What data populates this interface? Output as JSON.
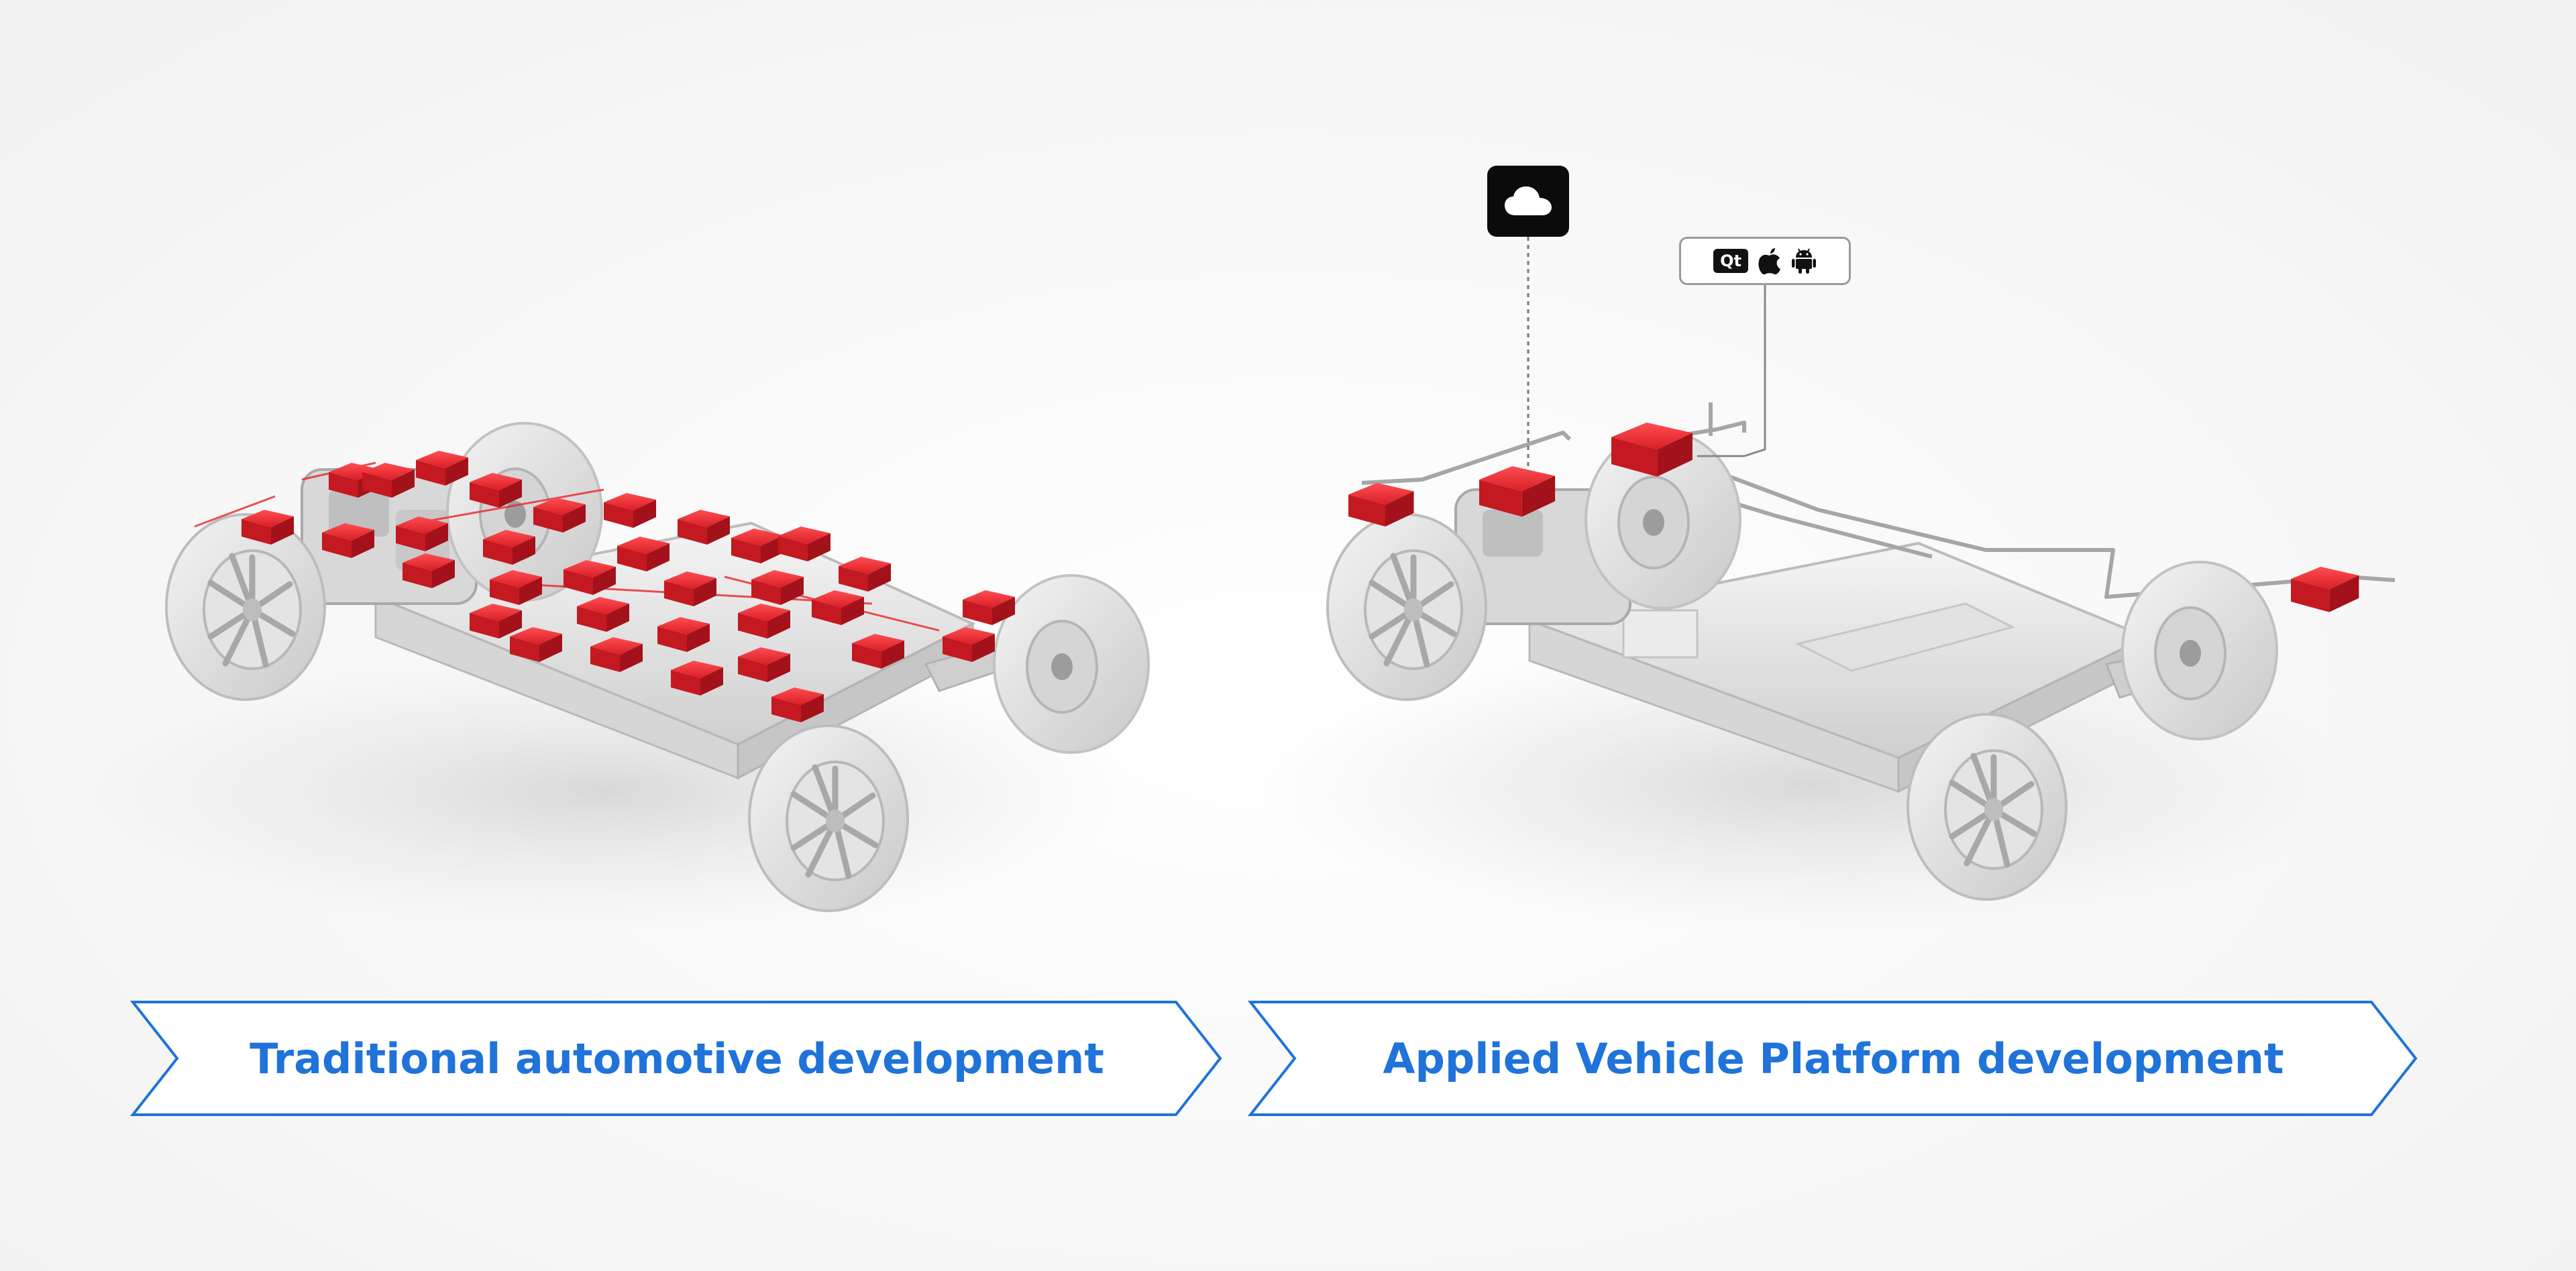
{
  "left_panel": {
    "banner_label": "Traditional automotive development"
  },
  "right_panel": {
    "banner_label": "Applied Vehicle Platform development",
    "icons": {
      "cloud": "cloud-icon",
      "qt": "Qt",
      "apple": "apple-icon",
      "android": "android-icon"
    }
  },
  "colors": {
    "accent_blue": "#1f73d9",
    "ecu_red": "#e8262c",
    "chassis": "#e6e6e6",
    "tire": "#dcdcdc"
  }
}
